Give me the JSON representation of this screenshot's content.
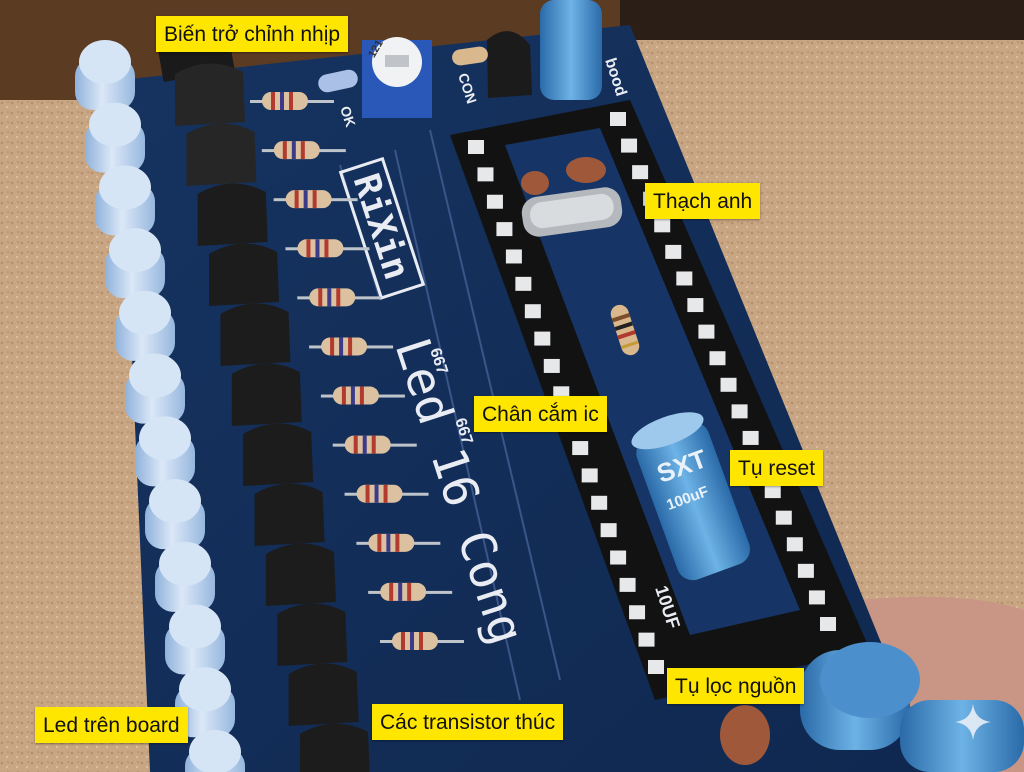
{
  "labels": {
    "potentiometer": "Biến trở chỉnh nhịp",
    "crystal": "Thạch anh",
    "ic_socket": "Chân cắm ic",
    "reset_cap": "Tụ reset",
    "filter_cap": "Tụ lọc nguồn",
    "transistors": "Các transistor thúc",
    "board_leds": "Led trên board"
  },
  "silkscreen": {
    "brand": "RiXin",
    "board_name": "Led 16 Cong",
    "code_top": "667",
    "code_bottom": "667",
    "cap_brand": "SXT",
    "cap_value": "100uF",
    "cap_value_b": "10UF",
    "label_ok": "OK",
    "label_con": "CON",
    "label_right": "bood",
    "pot_code": "121"
  },
  "colors": {
    "pcb": "#15305c",
    "pcb_dark": "#0c1d3c",
    "cork": "#caa886",
    "silk": "#e9ecf2",
    "label_bg": "#ffe600",
    "led": "#b9d2ef",
    "capacitor": "#3a86c6",
    "socket": "#141414"
  },
  "icons": [
    "sparkle-icon"
  ]
}
